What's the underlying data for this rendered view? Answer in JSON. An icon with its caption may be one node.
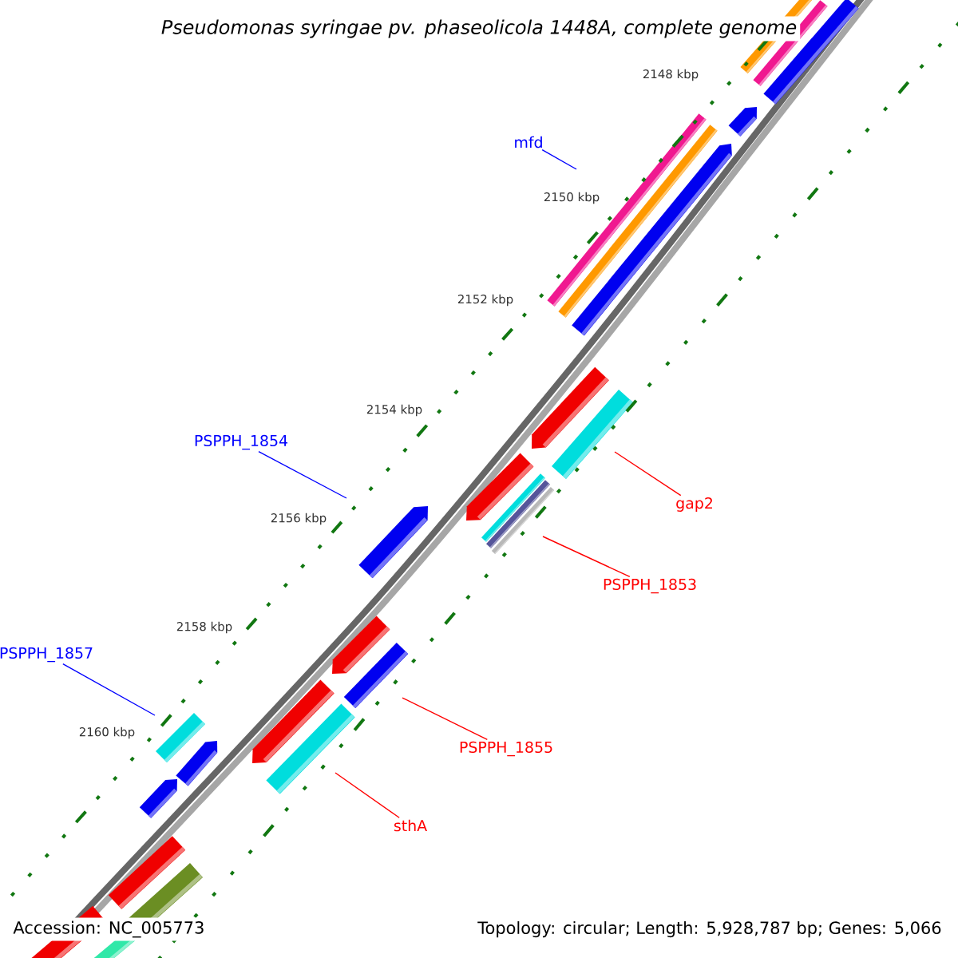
{
  "diagram": {
    "title": "Pseudomonas syringae pv. phaseolicola 1448A, complete genome",
    "nodes": [
      {
        "text": [
          "mfd"
        ]
      },
      {
        "text": [
          "PSPPH_1854"
        ]
      },
      {
        "text": [
          "PSPPH_1857"
        ]
      },
      {
        "text": [
          "gap2"
        ]
      },
      {
        "text": [
          "PSPPH_1853"
        ]
      },
      {
        "text": [
          "PSPPH_1855"
        ]
      },
      {
        "text": [
          "sthA"
        ]
      }
    ],
    "edges": [
      {
        "from": 0,
        "to": null,
        "arrow": "none",
        "color": "#0000ff"
      },
      {
        "from": 1,
        "to": null,
        "arrow": "none",
        "color": "#0000ff"
      },
      {
        "from": 2,
        "to": null,
        "arrow": "none",
        "color": "#0000ff"
      },
      {
        "from": 3,
        "to": null,
        "arrow": "none"
      },
      {
        "from": 4,
        "to": null,
        "arrow": "none"
      },
      {
        "from": 5,
        "to": null,
        "arrow": "none"
      },
      {
        "from": 6,
        "to": null,
        "arrow": "none"
      }
    ],
    "labels": [
      "2148 kbp",
      "2150 kbp",
      "2152 kbp",
      "2154 kbp",
      "2156 kbp",
      "2158 kbp",
      "2160 kbp",
      "Accession: NC_005773",
      "Topology: circular; Length: 5,928,787 bp; Genes: 5,066"
    ]
  }
}
